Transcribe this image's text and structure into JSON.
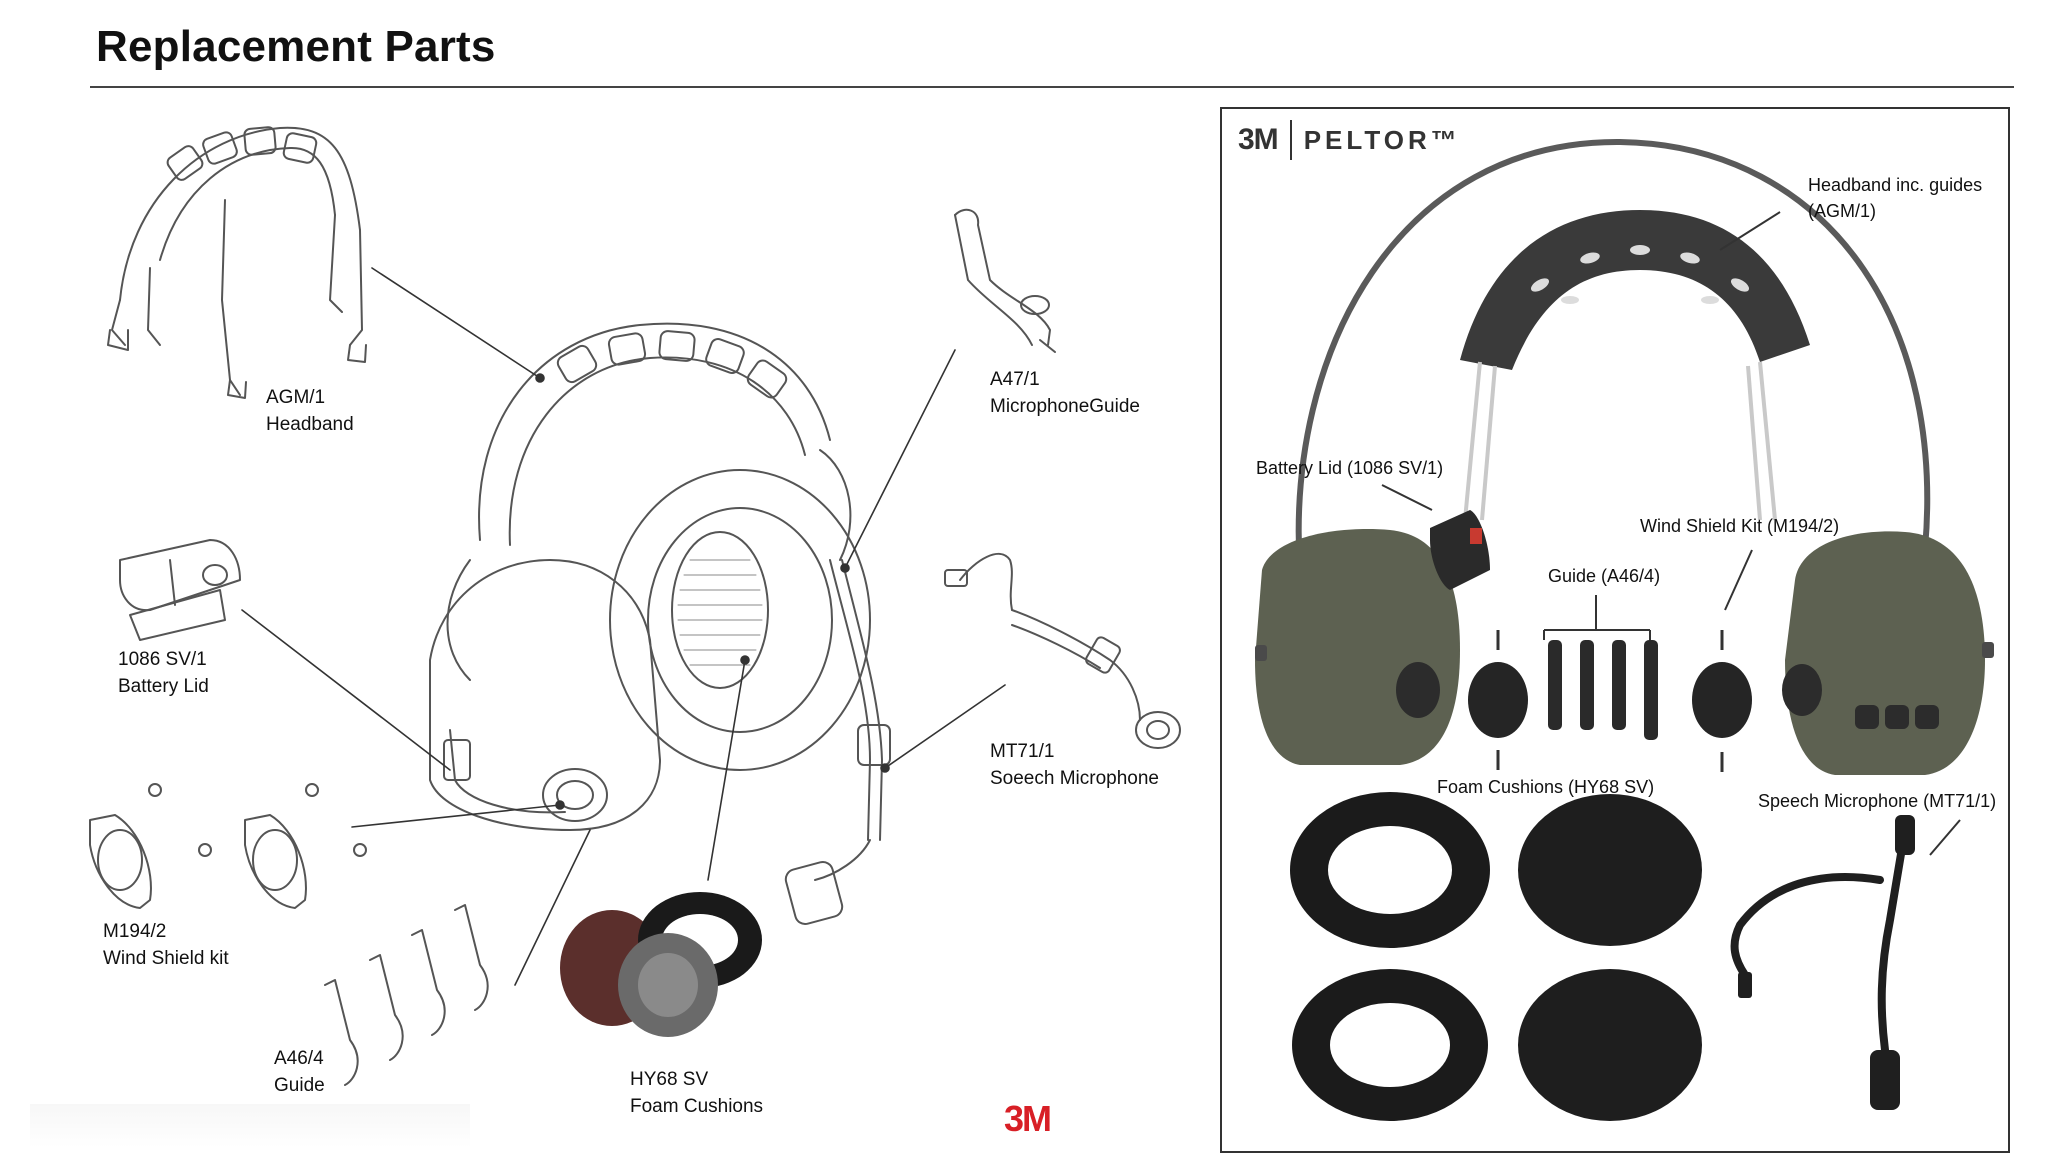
{
  "title": "Replacement Parts",
  "brand": {
    "logo_left": "3M",
    "product_logo": "PELTOR™",
    "footer_logo": "3M",
    "accent_color": "#d81f26"
  },
  "drawing_labels": {
    "agm_code": "AGM/1",
    "agm_name": "Headband",
    "a47_code": "A47/1",
    "a47_name": "MicrophoneGuide",
    "sv1086_code": "1086 SV/1",
    "sv1086_name": "Battery Lid",
    "mt71_code": "MT71/1",
    "mt71_name": "Soeech Microphone",
    "m194_code": "M194/2",
    "m194_name": "Wind Shield kit",
    "a46_code": "A46/4",
    "a46_name": "Guide",
    "hy68_code": "HY68 SV",
    "hy68_name": "Foam Cushions"
  },
  "photo_labels": {
    "headband_line1": "Headband inc. guides",
    "headband_line2": "(AGM/1)",
    "battery": "Battery Lid (1086 SV/1)",
    "wind": "Wind Shield Kit (M194/2)",
    "guide": "Guide (A46/4)",
    "foam": "Foam Cushions (HY68 SV)",
    "speech": "Speech Microphone (MT71/1)"
  }
}
